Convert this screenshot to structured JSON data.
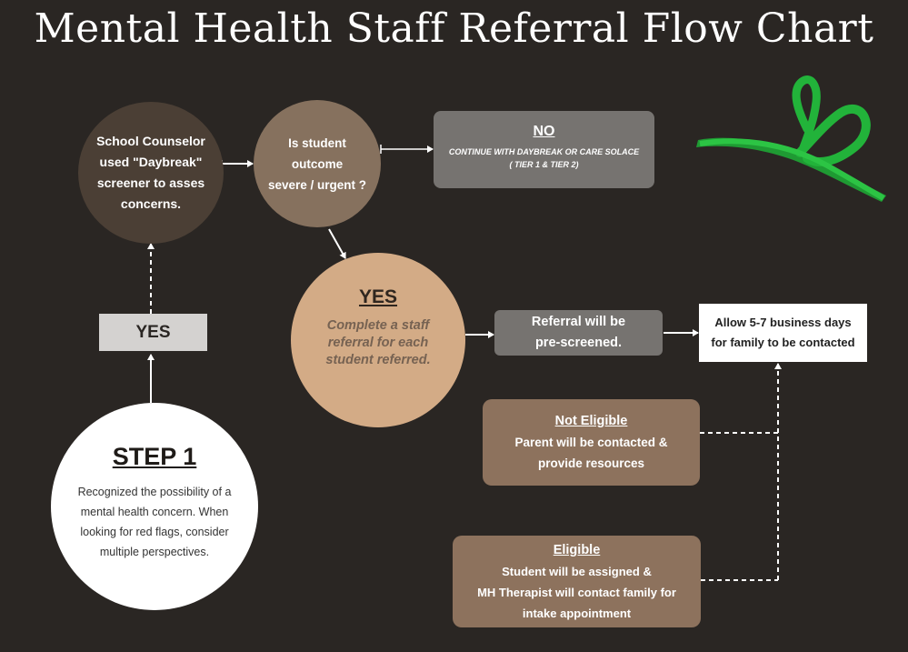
{
  "title": "Mental Health Staff Referral Flow Chart",
  "nodes": {
    "counselor": [
      "School Counselor",
      "used \"Daybreak\"",
      "screener to asses",
      "concerns."
    ],
    "outcome": [
      "Is student",
      "outcome",
      "severe / urgent ?"
    ],
    "no": {
      "heading": "NO",
      "line1": "CONTINUE WITH DAYBREAK OR CARE SOLACE",
      "line2": "( TIER 1 & TIER 2)"
    },
    "yes_center": {
      "heading": "YES",
      "lines": [
        "Complete a staff",
        "referral for each",
        "student referred."
      ]
    },
    "yes_left": "YES",
    "step1": {
      "heading": "STEP 1",
      "lines": [
        "Recognized the possibility of a",
        "mental health concern. When",
        "looking for red flags, consider",
        "multiple perspectives."
      ]
    },
    "referral": [
      "Referral will be",
      "pre-screened."
    ],
    "allow": [
      "Allow 5-7 business days",
      "for family to be contacted"
    ],
    "not_eligible": {
      "heading": "Not Eligible",
      "lines": [
        "Parent will be contacted &",
        "provide resources"
      ]
    },
    "eligible": {
      "heading": "Eligible",
      "lines": [
        "Student will be assigned &",
        "MH Therapist will contact family for",
        "intake appointment"
      ]
    }
  },
  "colors": {
    "background": "#2a2623",
    "ribbon": "#22b33a"
  },
  "icons": [
    "green-ribbon-heart-icon"
  ]
}
